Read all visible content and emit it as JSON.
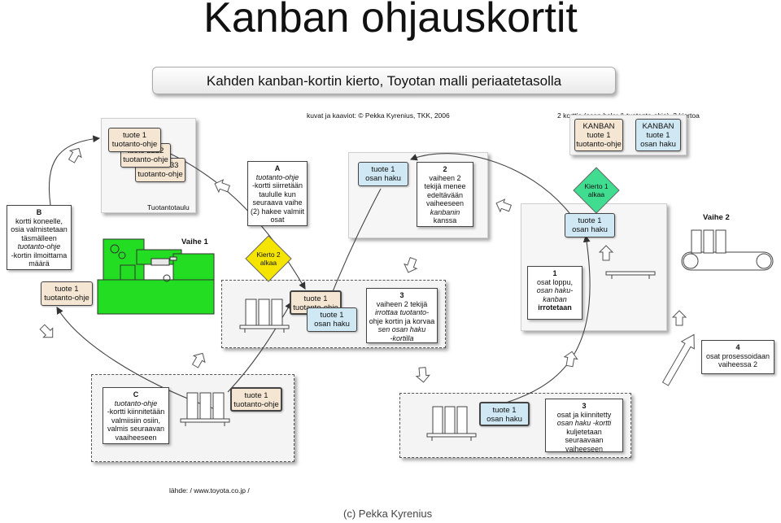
{
  "title": "Kanban ohjauskortit",
  "banner": "Kahden kanban-kortin kierto, Toyotan malli periaatetasolla",
  "credits": "kuvat ja kaaviot: © Pekka Kyrenius, TKK, 2006",
  "legend": {
    "header": "2 korttia (osan haku & tuotanto-ohje), 2 kiertoa",
    "card1": [
      "KANBAN",
      "tuote 1",
      "tuotanto-ohje"
    ],
    "card2": [
      "KANBAN",
      "tuote 1",
      "osan haku"
    ]
  },
  "board": {
    "label": "Tuotantotaulu",
    "cards": [
      [
        "tuote 1",
        "tuotanto-ohje"
      ],
      [
        "tuote 2222",
        "tuotanto-ohje"
      ],
      [
        "tuote 3333",
        "tuotanto-ohje"
      ]
    ]
  },
  "stepA": [
    "A",
    "tuotanto-ohje",
    "-kortti siirretään",
    "taululle kun",
    "seuraava vaihe",
    "(2) hakee valmiit",
    "osat"
  ],
  "stepB": [
    "B",
    "kortti koneelle,",
    "osia valmistetaan",
    "täsmälleen",
    "tuotanto-ohje",
    "-kortin ilmoittama",
    "määrä"
  ],
  "stepB_card": [
    "tuote 1",
    "tuotanto-ohje"
  ],
  "stepC": [
    "C",
    "tuotanto-ohje",
    "-kortti kiinnitetään",
    "valmiisiin osiin,",
    "valmis seuraavan",
    "vaaiheeseen"
  ],
  "stepC_card": [
    "tuote 1",
    "tuotanto-ohje"
  ],
  "vaihe1": "Vaihe 1",
  "vaihe2": "Vaihe 2",
  "kierto1": [
    "Kierto 1",
    "alkaa"
  ],
  "kierto2": [
    "Kierto 2",
    "alkaa"
  ],
  "step2": [
    "2",
    "vaiheen 2",
    "tekijä menee",
    "edeltävään",
    "vaiheeseen",
    "kanbanin",
    "kanssa"
  ],
  "step2_card": [
    "tuote 1",
    "osan haku"
  ],
  "step3a": [
    "3",
    "vaiheen 2 tekijä",
    "irrottaa tuotanto-",
    "ohje kortin ja korvaa",
    "sen osan haku",
    "-kortilla"
  ],
  "step3a_card1": [
    "tuote 1",
    "tuotanto-ohje"
  ],
  "step3a_card2": [
    "tuote 1",
    "osan haku"
  ],
  "step1": [
    "1",
    "osat loppu,",
    "osan haku-",
    "kanban",
    "irrotetaan"
  ],
  "step1_card": [
    "tuote 1",
    "osan haku"
  ],
  "step3b": [
    "3",
    "osat ja kiinnitetty",
    "osan haku -kortti",
    "kuljetetaan",
    "seuraavaan",
    "vaiheeseen"
  ],
  "step3b_card": [
    "tuote 1",
    "osan haku"
  ],
  "step4": [
    "4",
    "osat prosessoidaan",
    "vaiheessa 2"
  ],
  "source": "lähde:  / www.toyota.co.jp /",
  "copyright": "(c) Pekka Kyrenius",
  "colors": {
    "machine": "#22dd22",
    "beige_card": "#f4e6d3",
    "blue_card": "#cfe8f4",
    "diamond": "#f5e400"
  }
}
